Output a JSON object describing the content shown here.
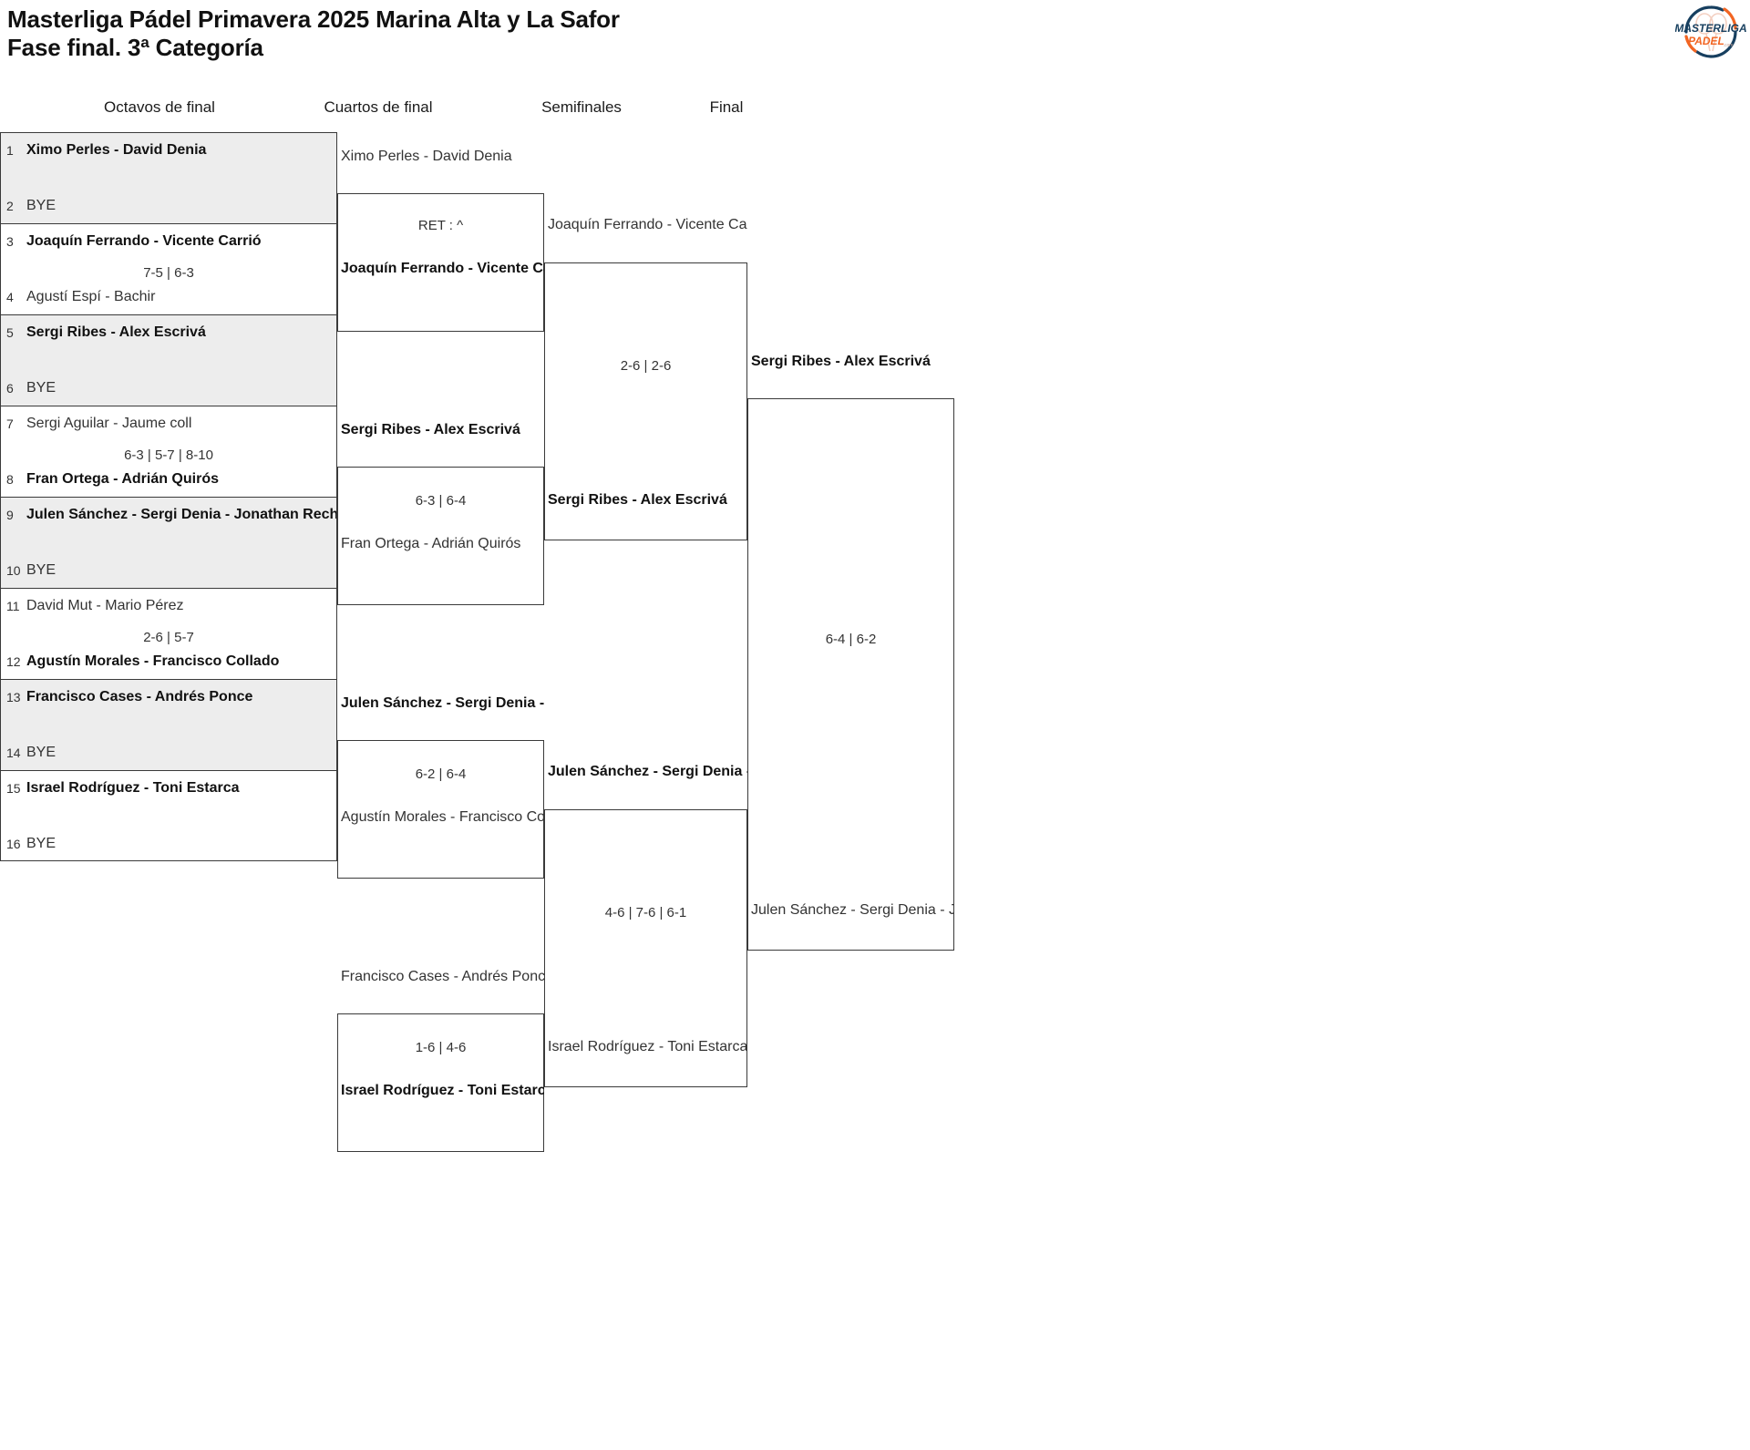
{
  "title": {
    "line1": "Masterliga Pádel Primavera 2025 Marina Alta y La Safor",
    "line2": "Fase final. 3ª Categoría"
  },
  "logo": {
    "line1": "MASTERLIGA",
    "line2": "PADEL",
    "suffix": ".com",
    "navy": "#173f5f",
    "orange": "#f26522"
  },
  "rounds": [
    {
      "key": "r16",
      "label": "Octavos de final"
    },
    {
      "key": "qf",
      "label": "Cuartos de final"
    },
    {
      "key": "sf",
      "label": "Semifinales"
    },
    {
      "key": "f",
      "label": "Final"
    }
  ],
  "bracket": {
    "round_of_16": [
      {
        "top": {
          "seed": "1",
          "name": "Ximo Perles - David Denia",
          "winner": true
        },
        "bottom": {
          "seed": "2",
          "name": "BYE",
          "winner": false
        },
        "score": ""
      },
      {
        "top": {
          "seed": "3",
          "name": "Joaquín Ferrando - Vicente Carrió",
          "winner": true
        },
        "bottom": {
          "seed": "4",
          "name": "Agustí Espí - Bachir",
          "winner": false
        },
        "score": "7-5 | 6-3"
      },
      {
        "top": {
          "seed": "5",
          "name": "Sergi Ribes - Alex Escrivá",
          "winner": true
        },
        "bottom": {
          "seed": "6",
          "name": "BYE",
          "winner": false
        },
        "score": ""
      },
      {
        "top": {
          "seed": "7",
          "name": "Sergi Aguilar - Jaume coll",
          "winner": false
        },
        "bottom": {
          "seed": "8",
          "name": "Fran Ortega - Adrián Quirós",
          "winner": true
        },
        "score": "6-3 | 5-7 | 8-10"
      },
      {
        "top": {
          "seed": "9",
          "name": "Julen Sánchez - Sergi Denia - Jonathan Reche",
          "winner": true
        },
        "bottom": {
          "seed": "10",
          "name": "BYE",
          "winner": false
        },
        "score": ""
      },
      {
        "top": {
          "seed": "11",
          "name": "David Mut - Mario Pérez",
          "winner": false
        },
        "bottom": {
          "seed": "12",
          "name": "Agustín Morales - Francisco Collado",
          "winner": true
        },
        "score": "2-6 | 5-7"
      },
      {
        "top": {
          "seed": "13",
          "name": "Francisco Cases - Andrés Ponce",
          "winner": true
        },
        "bottom": {
          "seed": "14",
          "name": "BYE",
          "winner": false
        },
        "score": ""
      },
      {
        "top": {
          "seed": "15",
          "name": "Israel Rodríguez - Toni Estarca",
          "winner": true
        },
        "bottom": {
          "seed": "16",
          "name": "BYE",
          "winner": false
        },
        "score": ""
      }
    ],
    "quarter_finals": [
      {
        "top": {
          "name": "Ximo Perles - David Denia",
          "winner": false
        },
        "bottom": {
          "name": "Joaquín Ferrando - Vicente Carrió",
          "winner": true
        },
        "score": "RET : ^"
      },
      {
        "top": {
          "name": "Sergi Ribes - Alex Escrivá",
          "winner": true
        },
        "bottom": {
          "name": "Fran Ortega - Adrián Quirós",
          "winner": false
        },
        "score": "6-3 | 6-4"
      },
      {
        "top": {
          "name": "Julen Sánchez - Sergi Denia - Jonathan Reche",
          "winner": true
        },
        "bottom": {
          "name": "Agustín Morales - Francisco Collado",
          "winner": false
        },
        "score": "6-2 | 6-4"
      },
      {
        "top": {
          "name": "Francisco Cases - Andrés Ponce",
          "winner": false
        },
        "bottom": {
          "name": "Israel Rodríguez - Toni Estarca",
          "winner": true
        },
        "score": "1-6 | 4-6"
      }
    ],
    "semi_finals": [
      {
        "top": {
          "name": "Joaquín Ferrando - Vicente Carrió",
          "winner": false
        },
        "bottom": {
          "name": "Sergi Ribes - Alex Escrivá",
          "winner": true
        },
        "score": "2-6 | 2-6"
      },
      {
        "top": {
          "name": "Julen Sánchez - Sergi Denia - Jonathan Reche",
          "winner": true
        },
        "bottom": {
          "name": "Israel Rodríguez - Toni Estarca",
          "winner": false
        },
        "score": "4-6 | 7-6 | 6-1"
      }
    ],
    "final": {
      "top": {
        "name": "Sergi Ribes - Alex Escrivá",
        "winner": true
      },
      "bottom": {
        "name": "Julen Sánchez - Sergi Denia - Jonathan Reche",
        "winner": false
      },
      "score": "6-4 | 6-2"
    }
  }
}
